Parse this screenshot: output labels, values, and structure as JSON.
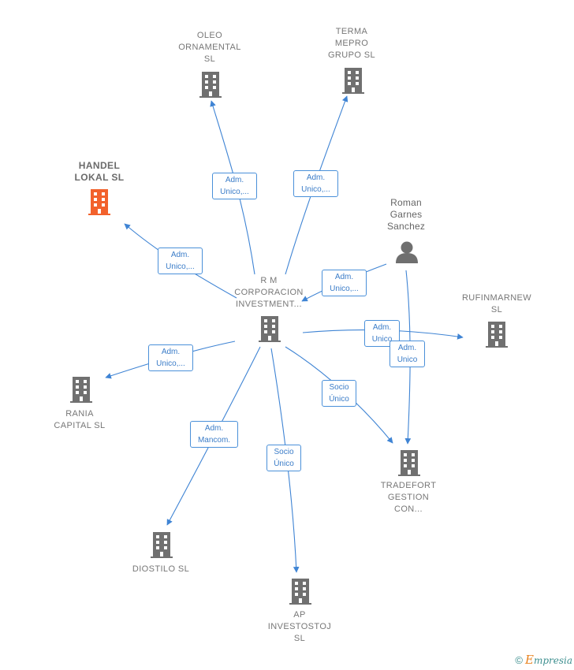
{
  "colors": {
    "edge": "#3f84d4",
    "building": "#707070",
    "building_highlight": "#f2612c",
    "person": "#6f6f6f"
  },
  "nodes": {
    "center": {
      "label": "R M\nCORPORACION\nINVESTMENT...",
      "icon": "building-icon"
    },
    "oleo": {
      "label": "OLEO\nORNAMENTAL\nSL",
      "icon": "building-icon"
    },
    "terma": {
      "label": "TERMA\nMEPRO\nGRUPO  SL",
      "icon": "building-icon"
    },
    "handel": {
      "label": "HANDEL\nLOKAL  SL",
      "icon": "building-icon"
    },
    "roman": {
      "label": "Roman\nGarnes\nSanchez",
      "icon": "person-icon"
    },
    "rufin": {
      "label": "RUFINMARNEW\nSL",
      "icon": "building-icon"
    },
    "rania": {
      "label": "RANIA\nCAPITAL  SL",
      "icon": "building-icon"
    },
    "tradefort": {
      "label": "TRADEFORT\nGESTION\nCON...",
      "icon": "building-icon"
    },
    "diostilo": {
      "label": "DIOSTILO  SL",
      "icon": "building-icon"
    },
    "ap": {
      "label": "AP\nINVESTOSTOJ\nSL",
      "icon": "building-icon"
    }
  },
  "edges": {
    "center_oleo": "Adm.\nUnico,...",
    "center_terma": "Adm.\nUnico,...",
    "center_handel": "Adm.\nUnico,...",
    "roman_center": "Adm.\nUnico,...",
    "center_rufin": "Adm.\nUnico",
    "roman_tradefort": "Adm.\nUnico",
    "center_rania": "Adm.\nUnico,...",
    "center_tradefort": "Socio\nÚnico",
    "center_diostilo": "Adm.\nMancom.",
    "center_ap": "Socio\nÚnico"
  },
  "footer": {
    "copyright": "©",
    "brand_initial": "E",
    "brand_rest": "mpresia"
  }
}
